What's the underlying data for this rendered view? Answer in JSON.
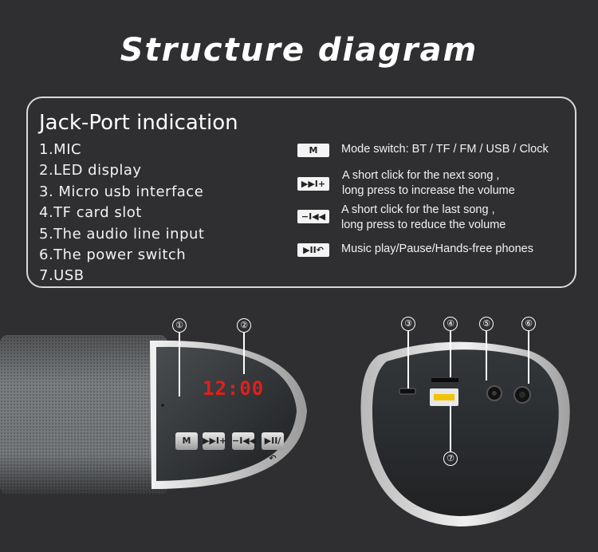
{
  "title": "Structure diagram",
  "panel": {
    "heading": "Jack-Port indication",
    "ports": [
      "1.MIC",
      "2.LED display",
      "3. Micro usb interface",
      "4.TF card slot",
      "5.The audio line input",
      "6.The power switch",
      "7.USB"
    ],
    "buttons": [
      {
        "icon_label": "M",
        "icon_name": "mode-icon",
        "desc_line1": "Mode switch: BT / TF / FM / USB / Clock",
        "desc_line2": ""
      },
      {
        "icon_label": "▶▶I+",
        "icon_name": "next-volume-up-icon",
        "desc_line1": "A short click for the next song ,",
        "desc_line2": "long press to increase the volume"
      },
      {
        "icon_label": "−I◀◀",
        "icon_name": "prev-volume-down-icon",
        "desc_line1": "A short click for the last song ,",
        "desc_line2": "long press to reduce the volume"
      },
      {
        "icon_label": "▶II↶",
        "icon_name": "play-pause-phone-icon",
        "desc_line1": "Music play/Pause/Hands-free phones",
        "desc_line2": ""
      }
    ]
  },
  "speaker": {
    "display_time": "12:00",
    "buttons": [
      "M",
      "▶▶I+",
      "−I◀◀",
      "▶II/↶"
    ],
    "callouts": [
      "①",
      "②",
      "③",
      "④",
      "⑤",
      "⑥",
      "⑦"
    ]
  },
  "colors": {
    "background": "#2f2f31",
    "panel_border": "#d8d8d8",
    "display_red": "#e0201c"
  }
}
